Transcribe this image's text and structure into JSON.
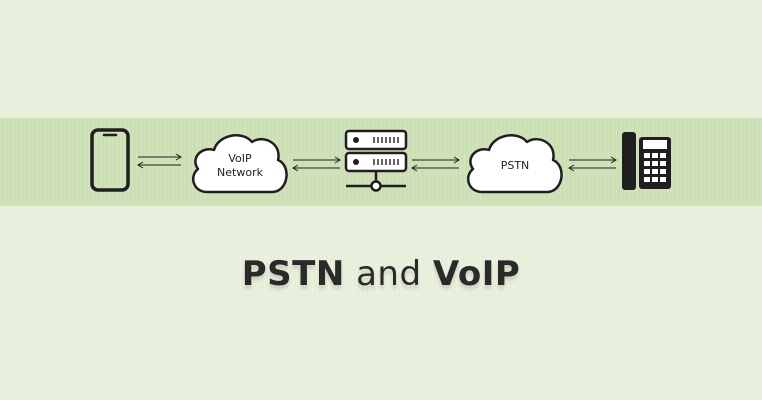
{
  "diagram": {
    "cloud_voip_line1": "VoIP",
    "cloud_voip_line2": "Network",
    "cloud_pstn": "PSTN"
  },
  "title": {
    "part1": "PSTN",
    "part2": "and",
    "part3": "VoIP"
  },
  "icons": [
    "smartphone-icon",
    "cloud-icon",
    "server-icon",
    "cloud-icon",
    "desk-phone-icon"
  ],
  "colors": {
    "background": "#e7eed9",
    "band": "#cddfb5",
    "ink": "#1f1f1f"
  }
}
